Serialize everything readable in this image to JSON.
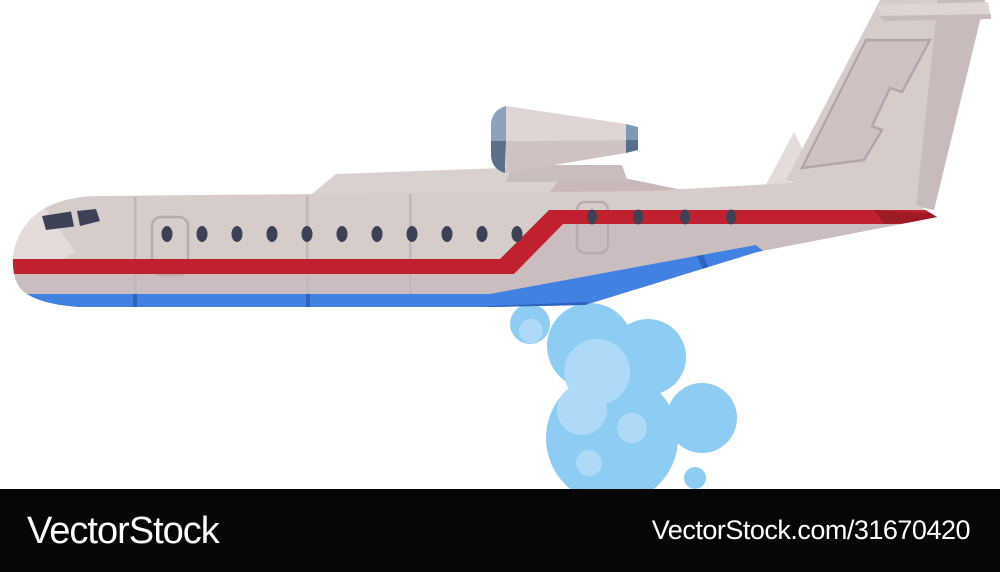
{
  "illustration": {
    "alt": "Flat cartoon vector illustration of an amphibious airplane with a top-mounted jet engine and T-tail, red and blue stripes on the fuselage, flying over a splash of blue water bubbles"
  },
  "watermark": {
    "logo": "VectorStock",
    "credit": "VectorStock.com/31670420"
  },
  "colors": {
    "fuselage": "#d6ccca",
    "fuselage_light": "#e3dcda",
    "belly": "#cabdbf",
    "red": "#c1202e",
    "red_dark": "#9e1b26",
    "blue": "#4181e2",
    "blue_dark": "#2f63c0",
    "window": "#3d4156",
    "wing": "#d9d1cf",
    "wing_shadow": "#c8b8b9",
    "pylon": "#cabdbd",
    "nacelle_top": "#ded5d4",
    "nacelle_bottom": "#cfc2c2",
    "intake_top": "#8aa2bc",
    "intake_bottom": "#5b7089",
    "exhaust_top": "#7f99b4",
    "exhaust_bottom": "#566f8a",
    "tail": "#d6cdcb",
    "tail_panel": "#cdc1c1",
    "tail_dark": "#c8bbbc",
    "tail_line": "#b5a5a9",
    "stabilizer": "#ddd5d3",
    "outline": "#b9abad",
    "seam": "#c3b6b8",
    "splash": "#8ecdf3",
    "splash_light": "#aedaf7",
    "bar_bg": "#060606",
    "bar_text": "#ffffff"
  }
}
